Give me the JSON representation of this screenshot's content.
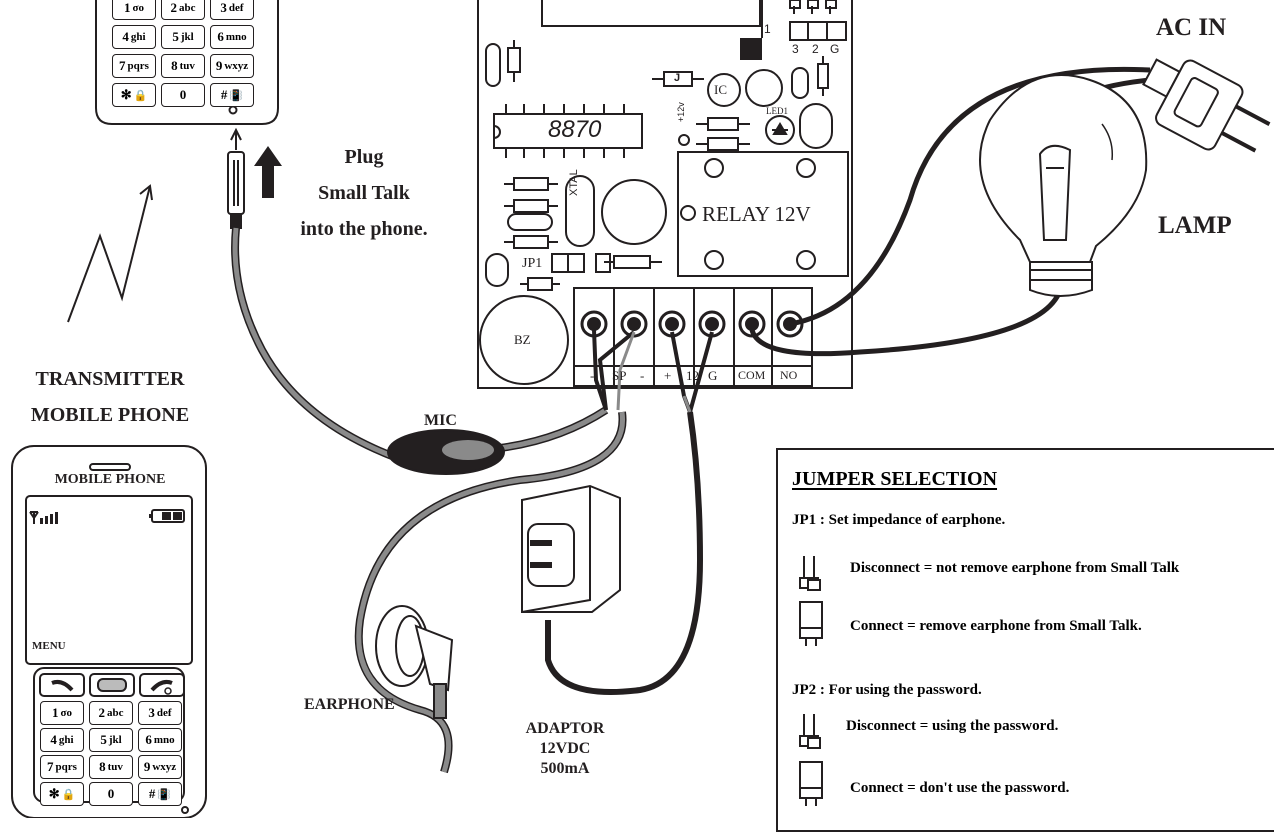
{
  "labels": {
    "ac_in": "AC IN",
    "lamp": "LAMP",
    "plug_line1": "Plug",
    "plug_line2": "Small Talk",
    "plug_line3": "into the phone.",
    "transmitter_line1": "TRANSMITTER",
    "transmitter_line2": "MOBILE PHONE",
    "mic": "MIC",
    "earphone": "EARPHONE",
    "adaptor_line1": "ADAPTOR",
    "adaptor_line2": "12VDC",
    "adaptor_line3": "500mA"
  },
  "pcb": {
    "ic_chip": "8870",
    "xtal": "XTAL",
    "relay": "RELAY 12V",
    "jp1": "JP1",
    "buzzer": "BZ",
    "ic": "IC",
    "led": "LED1",
    "jumper_j": "J",
    "v12": "+12v",
    "pin_one": "1",
    "header_pins": [
      "3",
      "2",
      "G"
    ],
    "terminals": [
      "-",
      "SP",
      "-",
      "+",
      "12",
      "G",
      "COM",
      "NO"
    ]
  },
  "phone": {
    "screen_title": "MOBILE PHONE",
    "menu": "MENU",
    "keys": [
      {
        "main": "1",
        "sub": "σο"
      },
      {
        "main": "2",
        "sub": "abc"
      },
      {
        "main": "3",
        "sub": "def"
      },
      {
        "main": "4",
        "sub": "ghi"
      },
      {
        "main": "5",
        "sub": "jkl"
      },
      {
        "main": "6",
        "sub": "mno"
      },
      {
        "main": "7",
        "sub": "pqrs"
      },
      {
        "main": "8",
        "sub": "tuv"
      },
      {
        "main": "9",
        "sub": "wxyz"
      },
      {
        "main": "✻",
        "sub": "🔒"
      },
      {
        "main": "0",
        "sub": ""
      },
      {
        "main": "#",
        "sub": "📳"
      }
    ]
  },
  "jumper_selection": {
    "title": "JUMPER SELECTION",
    "jp1_title": "JP1 : Set impedance of earphone.",
    "jp1_disconnect": "Disconnect = not remove earphone from Small Talk",
    "jp1_connect": "Connect = remove earphone from Small Talk.",
    "jp2_title": "JP2 : For using the password.",
    "jp2_disconnect": "Disconnect = using the password.",
    "jp2_connect": "Connect = don't use the password."
  }
}
